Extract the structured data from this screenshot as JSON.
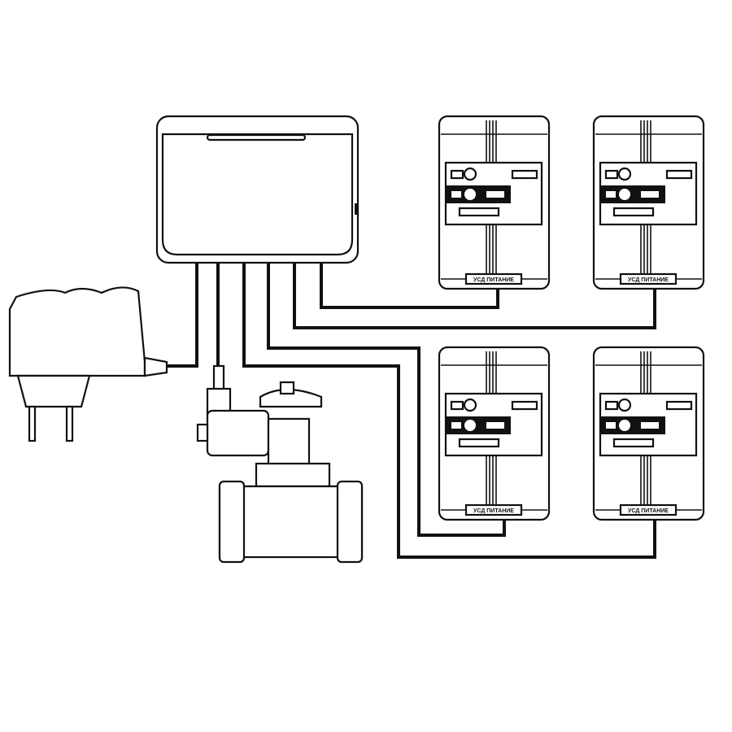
{
  "diagram": {
    "sensor_label": "УСД ПИТАНИЕ",
    "sensors": [
      {
        "label": "УСД ПИТАНИЕ"
      },
      {
        "label": "УСД ПИТАНИЕ"
      },
      {
        "label": "УСД ПИТАНИЕ"
      },
      {
        "label": "УСД ПИТАНИЕ"
      }
    ]
  }
}
